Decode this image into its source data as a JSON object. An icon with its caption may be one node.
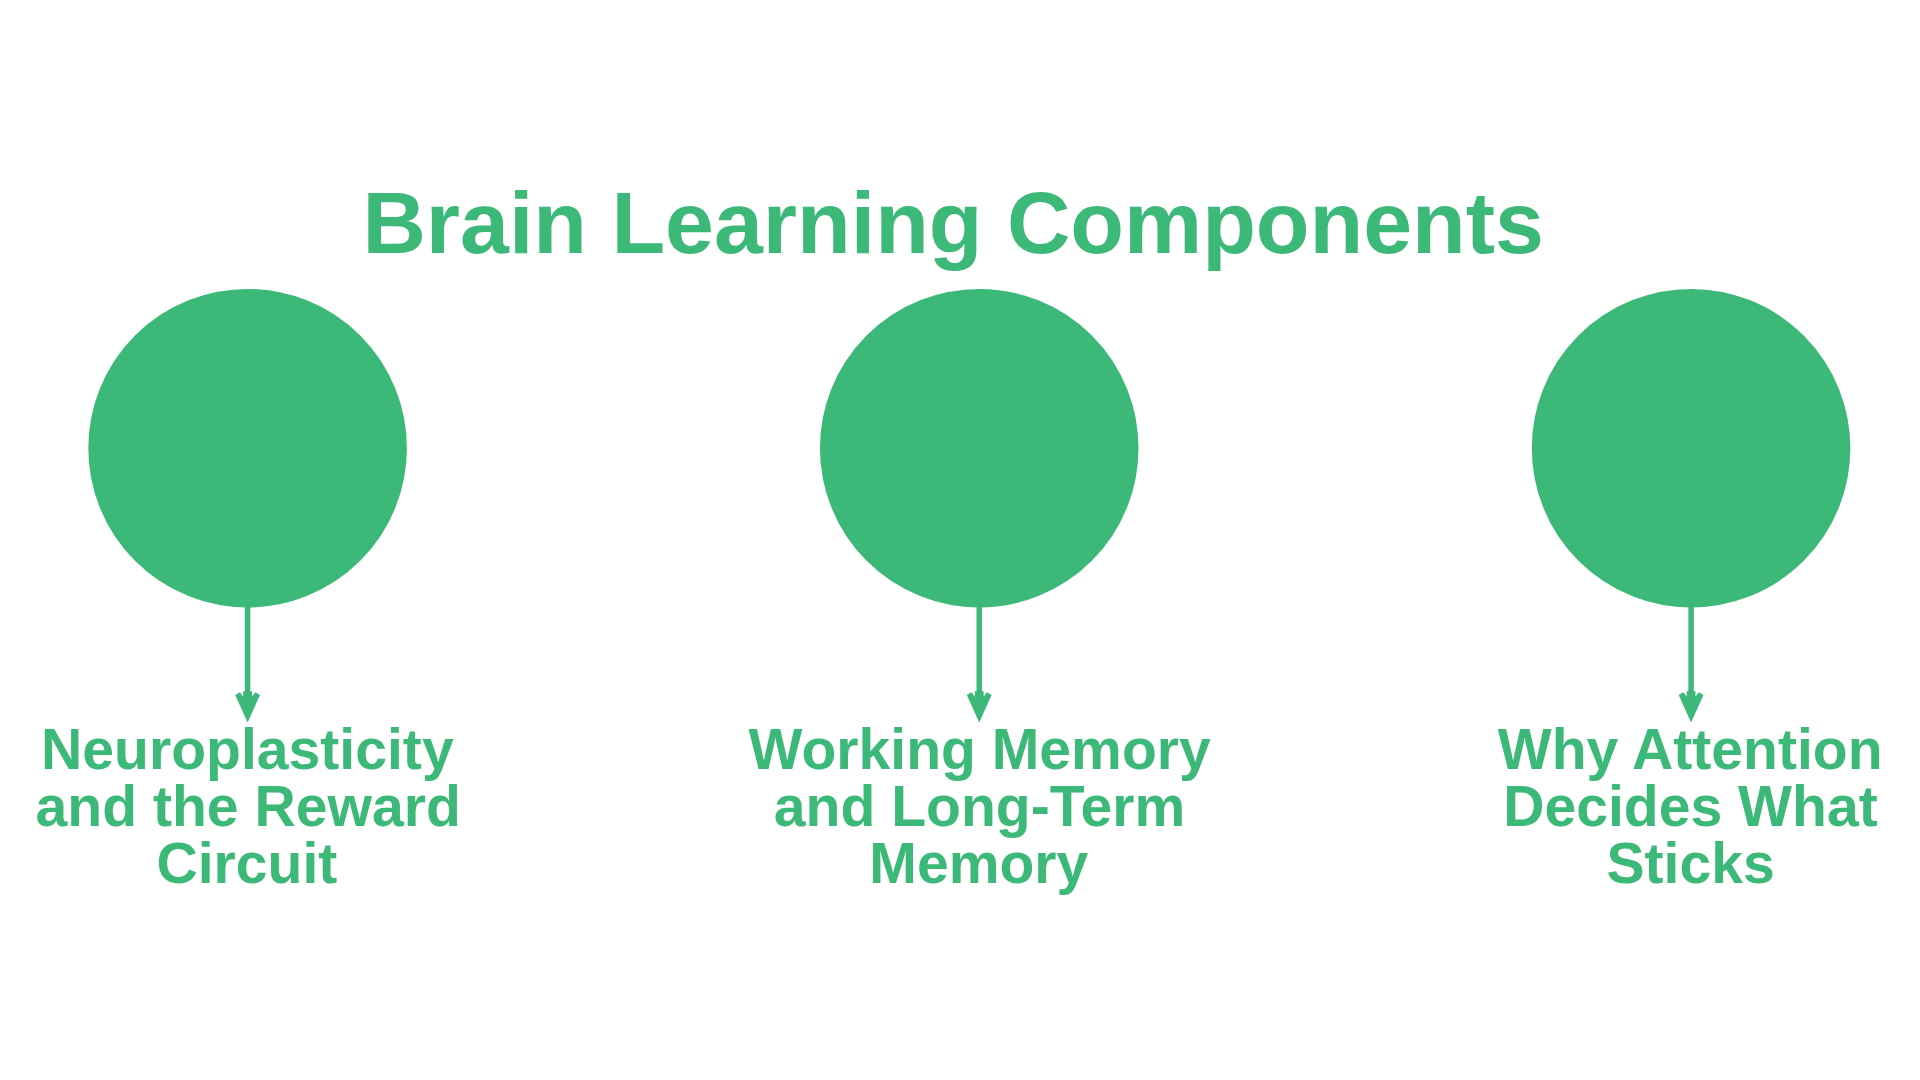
{
  "diagram": {
    "title": "Brain Learning Components",
    "nodes": [
      {
        "text": [],
        "shape": "circle"
      },
      {
        "text": [
          "Neuroplasticity and the Reward Circuit"
        ]
      },
      {
        "text": [],
        "shape": "circle"
      },
      {
        "text": [
          "Working Memory and Long-Term Memory"
        ]
      },
      {
        "text": [],
        "shape": "circle"
      },
      {
        "text": [
          "Why Attention Decides What Sticks"
        ]
      }
    ],
    "edges": [
      {
        "from": 0,
        "to": 1,
        "arrow": "to"
      },
      {
        "from": 2,
        "to": 3,
        "arrow": "to"
      },
      {
        "from": 4,
        "to": 5,
        "arrow": "to"
      }
    ]
  }
}
